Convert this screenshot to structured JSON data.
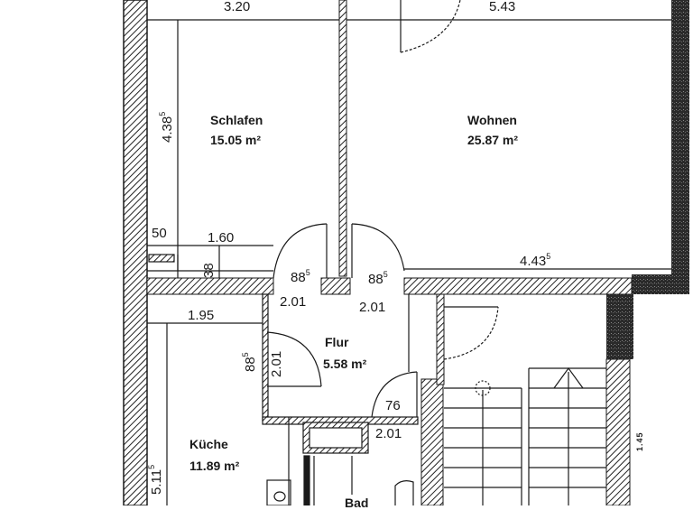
{
  "plan": {
    "rooms": [
      {
        "id": "schlafen",
        "name": "Schlafen",
        "area": "15.05 m²"
      },
      {
        "id": "wohnen",
        "name": "Wohnen",
        "area": "25.87 m²"
      },
      {
        "id": "flur",
        "name": "Flur",
        "area": "5.58 m²"
      },
      {
        "id": "kueche",
        "name": "Küche",
        "area": "11.89 m²"
      },
      {
        "id": "bad",
        "name": "Bad",
        "area": ""
      }
    ],
    "dimensions": {
      "schlafen_width": "3.20",
      "wohnen_width": "5.43",
      "schlafen_height": "4.38",
      "schlafen_height_sup": "5",
      "niche_50": "50",
      "niche_160": "1.60",
      "niche_38": "38",
      "door_schlafen_width": "88",
      "door_schlafen_width_sup": "5",
      "door_schlafen_height": "2.01",
      "door_wohnen_width": "88",
      "door_wohnen_width_sup": "5",
      "door_wohnen_height": "2.01",
      "wohnen_wall_len": "4.43",
      "wohnen_wall_len_sup": "5",
      "kueche_width": "1.95",
      "door_kueche_width": "88",
      "door_kueche_width_sup": "5",
      "door_kueche_height": "2.01",
      "door_bad_width": "76",
      "door_bad_height": "2.01",
      "kueche_height": "5.11",
      "kueche_height_sup": "5",
      "stair_dim": "1.45"
    },
    "colors": {
      "line": "#1a1a1a",
      "hatch": "#2a2a2a",
      "background": "#ffffff"
    }
  }
}
